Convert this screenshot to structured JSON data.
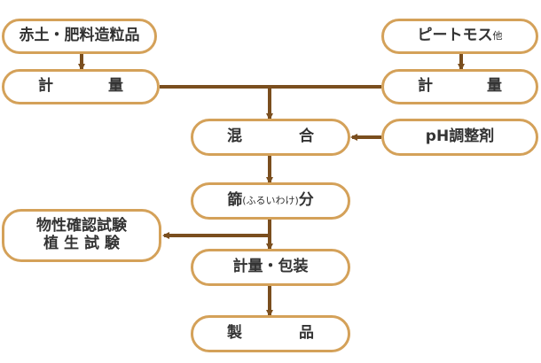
{
  "colors": {
    "box_border": "#d4a159",
    "arrow": "#7a4e1e",
    "text": "#333333"
  },
  "nodes": {
    "raw_materials": "赤土・肥料造粒品",
    "peat_moss": {
      "main": "ピートモス",
      "suffix": "他"
    },
    "weigh_left": {
      "a": "計",
      "b": "量"
    },
    "weigh_right": {
      "a": "計",
      "b": "量"
    },
    "mix": {
      "a": "混",
      "b": "合"
    },
    "ph_adjuster": "pH調整剤",
    "sieve": {
      "a": "篩",
      "reading": "(ふるいわけ)",
      "b": "分"
    },
    "testing": {
      "line1": "物性確認試験",
      "line2": "植 生 試 験"
    },
    "pack": "計量・包装",
    "product": {
      "a": "製",
      "b": "品"
    }
  }
}
